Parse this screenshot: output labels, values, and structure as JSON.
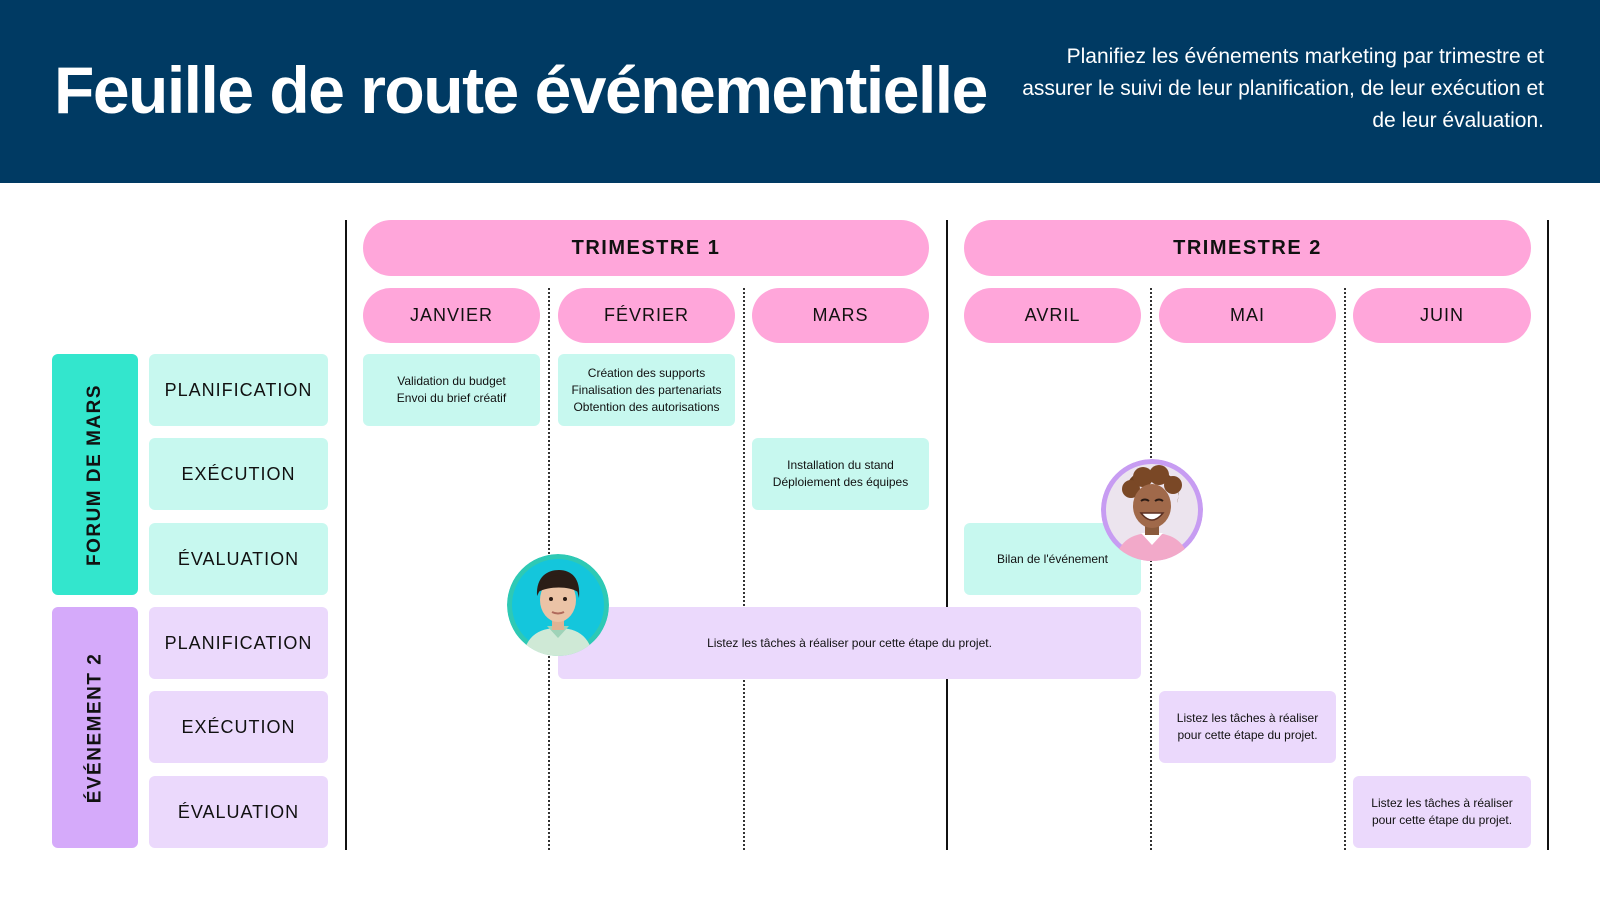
{
  "header": {
    "title": "Feuille de route événementielle",
    "subtitle": "Planifiez les événements marketing par trimestre et assurer le suivi de leur planification, de leur exécution et de leur évaluation."
  },
  "quarters": [
    "TRIMESTRE 1",
    "TRIMESTRE 2"
  ],
  "months": [
    "JANVIER",
    "FÉVRIER",
    "MARS",
    "AVRIL",
    "MAI",
    "JUIN"
  ],
  "events": [
    {
      "name": "FORUM DE MARS",
      "color": "#33e6cd",
      "phases": [
        "PLANIFICATION",
        "EXÉCUTION",
        "ÉVALUATION"
      ]
    },
    {
      "name": "ÉVÉNEMENT 2",
      "color": "#d5aafa",
      "phases": [
        "PLANIFICATION",
        "EXÉCUTION",
        "ÉVALUATION"
      ]
    }
  ],
  "tasks": {
    "t1": [
      "Validation du budget",
      "Envoi du brief créatif"
    ],
    "t2": [
      "Création des supports",
      "Finalisation des partenariats",
      "Obtention des autorisations"
    ],
    "t3": [
      "Installation du stand",
      "Déploiement des équipes"
    ],
    "t4": [
      "Bilan de l'événement"
    ],
    "t5": [
      "Listez les tâches à réaliser pour cette étape du projet."
    ],
    "t6": [
      "Listez les tâches à réaliser",
      "pour cette étape du projet."
    ],
    "t7": [
      "Listez les tâches à réaliser",
      "pour cette étape du projet."
    ]
  },
  "colors": {
    "header_bg": "#003a63",
    "pill": "#ffa6da",
    "teal_light": "#c7f8ef",
    "lavender_light": "#ebd9fc"
  }
}
